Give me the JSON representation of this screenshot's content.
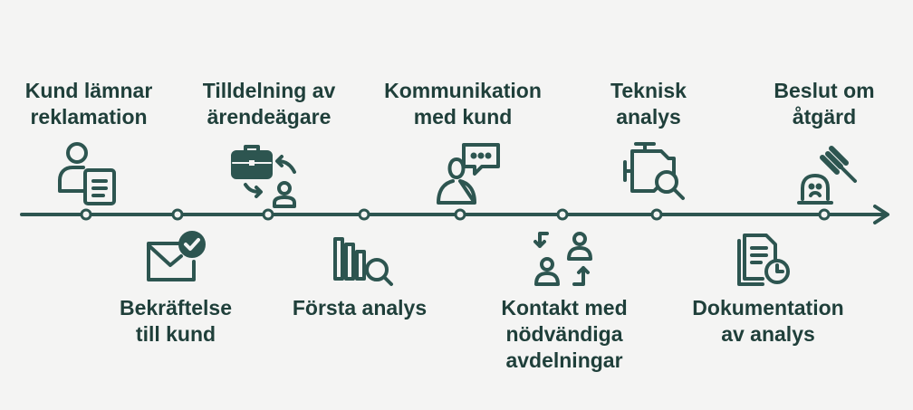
{
  "colors": {
    "primary": "#2d5550",
    "text": "#1f3f3a",
    "background": "#f4f4f3"
  },
  "steps": [
    {
      "lines": [
        "Kund lämnar",
        "reklamation"
      ],
      "icon": "person-document-icon",
      "position": "above"
    },
    {
      "lines": [
        "Bekräftelse",
        "till kund"
      ],
      "icon": "envelope-check-icon",
      "position": "below"
    },
    {
      "lines": [
        "Tilldelning av",
        "ärendeägare"
      ],
      "icon": "briefcase-assign-icon",
      "position": "above"
    },
    {
      "lines": [
        "Första analys"
      ],
      "icon": "chart-magnifier-icon",
      "position": "below"
    },
    {
      "lines": [
        "Kommunikation",
        "med kund"
      ],
      "icon": "person-chat-icon",
      "position": "above"
    },
    {
      "lines": [
        "Kontakt med",
        "nödvändiga",
        "avdelningar"
      ],
      "icon": "people-exchange-icon",
      "position": "below"
    },
    {
      "lines": [
        "Teknisk",
        "analys"
      ],
      "icon": "engine-magnifier-icon",
      "position": "above"
    },
    {
      "lines": [
        "Dokumentation",
        "av analys"
      ],
      "icon": "document-clock-icon",
      "position": "below"
    },
    {
      "lines": [
        "Beslut om",
        "åtgärd"
      ],
      "icon": "gavel-icon",
      "position": "above"
    }
  ]
}
